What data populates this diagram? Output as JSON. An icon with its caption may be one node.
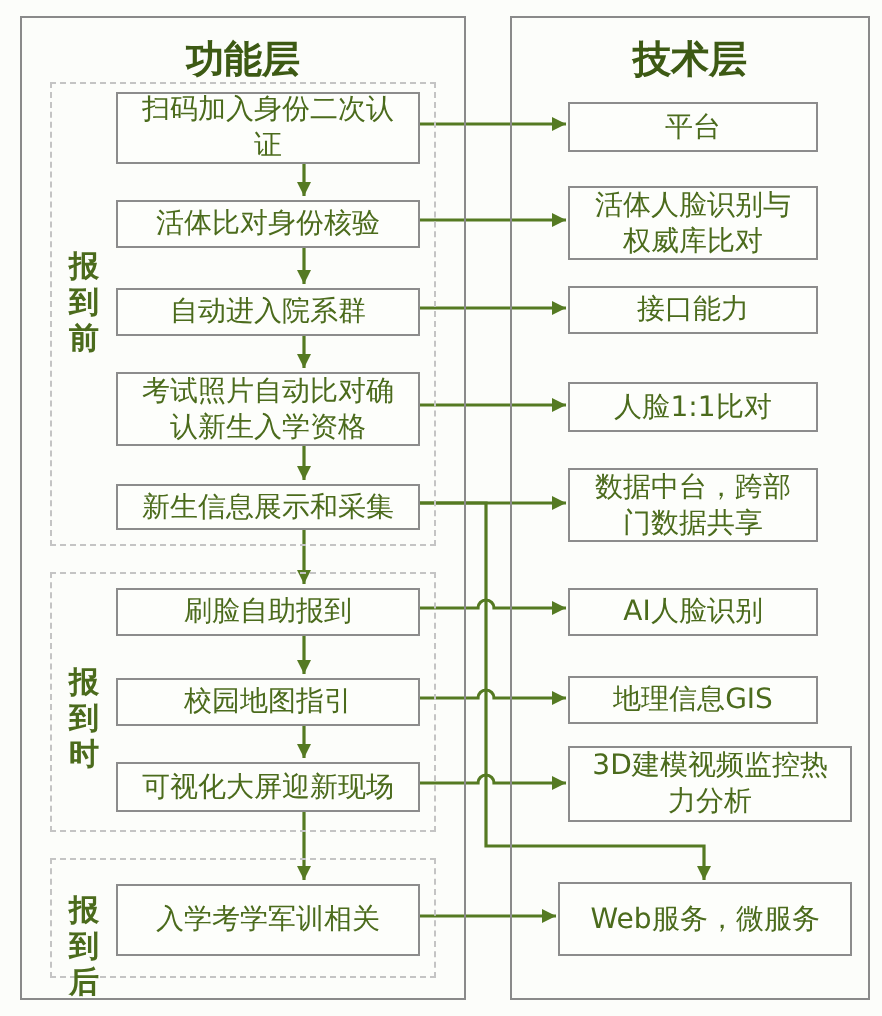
{
  "diagram": {
    "nodes": [
      {
        "text": [
          "功能层"
        ]
      },
      {
        "text": [
          "报到前"
        ],
        "in": 0
      },
      {
        "text": [
          "扫码加入身份二次认证"
        ],
        "in": 1
      },
      {
        "text": [
          "活体比对身份核验"
        ],
        "in": 1
      },
      {
        "text": [
          "自动进入院系群"
        ],
        "in": 1
      },
      {
        "text": [
          "考试照片自动比对确认新生入学资格"
        ],
        "in": 1
      },
      {
        "text": [
          "新生信息展示和采集"
        ],
        "in": 1
      },
      {
        "text": [
          "报到时"
        ],
        "in": 0
      },
      {
        "text": [
          "刷脸自助报到"
        ],
        "in": 7
      },
      {
        "text": [
          "校园地图指引"
        ],
        "in": 7
      },
      {
        "text": [
          "可视化大屏迎新现场"
        ],
        "in": 7
      },
      {
        "text": [
          "报到后"
        ],
        "in": 0
      },
      {
        "text": [
          "入学考学军训相关"
        ],
        "in": 11
      },
      {
        "text": [
          "技术层"
        ]
      },
      {
        "text": [
          "平台"
        ],
        "in": 13
      },
      {
        "text": [
          "活体人脸识别与权威库比对"
        ],
        "in": 13
      },
      {
        "text": [
          "接口能力"
        ],
        "in": 13
      },
      {
        "text": [
          "人脸1:1比对"
        ],
        "in": 13
      },
      {
        "text": [
          "数据中台，跨部门数据共享"
        ],
        "in": 13
      },
      {
        "text": [
          "AI人脸识别"
        ],
        "in": 13
      },
      {
        "text": [
          "地理信息GIS"
        ],
        "in": 13
      },
      {
        "text": [
          "3D建模视频监控热力分析"
        ],
        "in": 13
      },
      {
        "text": [
          "Web服务，微服务"
        ],
        "in": 13
      }
    ],
    "edges": [
      {
        "from": 2,
        "to": 3,
        "arrow": "to"
      },
      {
        "from": 3,
        "to": 4,
        "arrow": "to"
      },
      {
        "from": 4,
        "to": 5,
        "arrow": "to"
      },
      {
        "from": 5,
        "to": 6,
        "arrow": "to"
      },
      {
        "from": 6,
        "to": 8,
        "arrow": "to"
      },
      {
        "from": 8,
        "to": 9,
        "arrow": "to"
      },
      {
        "from": 9,
        "to": 10,
        "arrow": "to"
      },
      {
        "from": 10,
        "to": 12,
        "arrow": "to"
      },
      {
        "from": 2,
        "to": 14,
        "arrow": "to"
      },
      {
        "from": 3,
        "to": 15,
        "arrow": "to"
      },
      {
        "from": 4,
        "to": 16,
        "arrow": "to"
      },
      {
        "from": 5,
        "to": 17,
        "arrow": "to"
      },
      {
        "from": 6,
        "to": 18,
        "arrow": "to"
      },
      {
        "from": 6,
        "to": 22,
        "arrow": "to"
      },
      {
        "from": 8,
        "to": 19,
        "arrow": "to"
      },
      {
        "from": 9,
        "to": 20,
        "arrow": "to"
      },
      {
        "from": 10,
        "to": 21,
        "arrow": "to"
      },
      {
        "from": 12,
        "to": 22,
        "arrow": "to"
      }
    ]
  }
}
